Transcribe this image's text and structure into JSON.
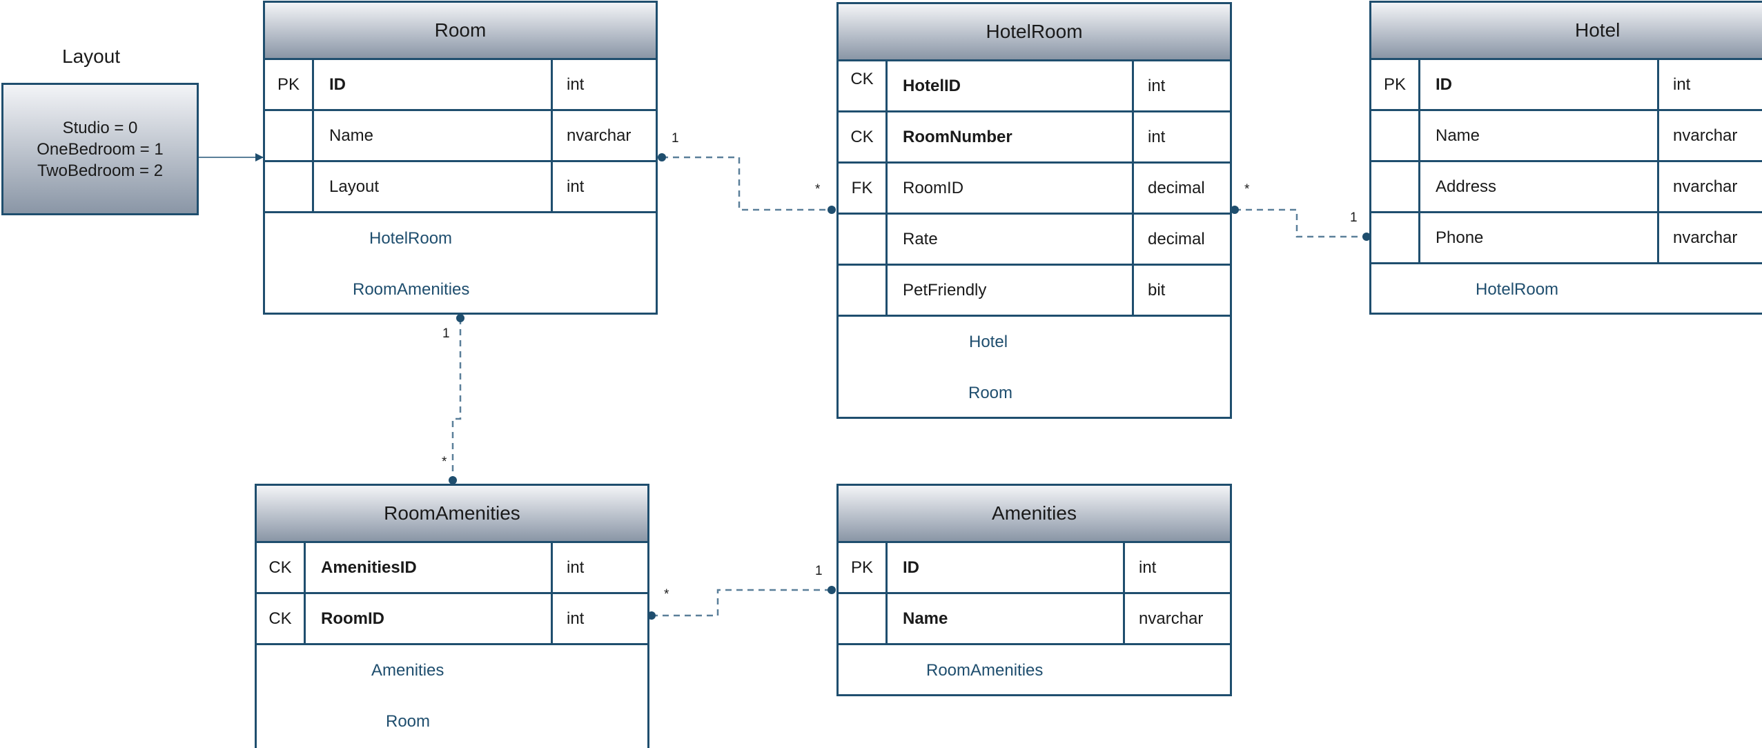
{
  "colors": {
    "border": "#1f4e6e",
    "header_top": "#f3f4f7",
    "header_bottom": "#8a96a6",
    "connector": "#5a7f99"
  },
  "layout_enum": {
    "title": "Layout",
    "values": [
      "Studio = 0",
      "OneBedroom = 1",
      "TwoBedroom = 2"
    ]
  },
  "tables": {
    "room": {
      "title": "Room",
      "rows": [
        {
          "key": "PK",
          "name": "ID",
          "type": "int",
          "bold": true
        },
        {
          "key": "",
          "name": "Name",
          "type": "nvarchar",
          "bold": false
        },
        {
          "key": "",
          "name": "Layout",
          "type": "int",
          "bold": false
        }
      ],
      "navigation": [
        "HotelRoom",
        "RoomAmenities"
      ]
    },
    "hotelroom": {
      "title": "HotelRoom",
      "rows": [
        {
          "key": "CK",
          "name": "HotelID",
          "type": "int",
          "bold": true
        },
        {
          "key": "CK",
          "name": "RoomNumber",
          "type": "int",
          "bold": true
        },
        {
          "key": "FK",
          "name": "RoomID",
          "type": "decimal",
          "bold": false
        },
        {
          "key": "",
          "name": "Rate",
          "type": "decimal",
          "bold": false
        },
        {
          "key": "",
          "name": "PetFriendly",
          "type": "bit",
          "bold": false
        }
      ],
      "navigation": [
        "Hotel",
        "Room"
      ]
    },
    "hotel": {
      "title": "Hotel",
      "rows": [
        {
          "key": "PK",
          "name": "ID",
          "type": "int",
          "bold": true
        },
        {
          "key": "",
          "name": "Name",
          "type": "nvarchar",
          "bold": false
        },
        {
          "key": "",
          "name": "Address",
          "type": "nvarchar",
          "bold": false
        },
        {
          "key": "",
          "name": "Phone",
          "type": "nvarchar",
          "bold": false
        }
      ],
      "navigation": [
        "HotelRoom"
      ]
    },
    "roomamenities": {
      "title": "RoomAmenities",
      "rows": [
        {
          "key": "CK",
          "name": "AmenitiesID",
          "type": "int",
          "bold": true
        },
        {
          "key": "CK",
          "name": "RoomID",
          "type": "int",
          "bold": true
        }
      ],
      "navigation": [
        "Amenities",
        "Room"
      ]
    },
    "amenities": {
      "title": "Amenities",
      "rows": [
        {
          "key": "PK",
          "name": "ID",
          "type": "int",
          "bold": true
        },
        {
          "key": "",
          "name": "Name",
          "type": "nvarchar",
          "bold": true
        }
      ],
      "navigation": [
        "RoomAmenities"
      ]
    }
  },
  "relationships": [
    {
      "from": "room",
      "to": "hotelroom",
      "from_multiplicity": "1",
      "to_multiplicity": "*"
    },
    {
      "from": "hotelroom",
      "to": "hotel",
      "from_multiplicity": "*",
      "to_multiplicity": "1"
    },
    {
      "from": "room",
      "to": "roomamenities",
      "from_multiplicity": "1",
      "to_multiplicity": "*"
    },
    {
      "from": "roomamenities",
      "to": "amenities",
      "from_multiplicity": "*",
      "to_multiplicity": "1"
    }
  ]
}
